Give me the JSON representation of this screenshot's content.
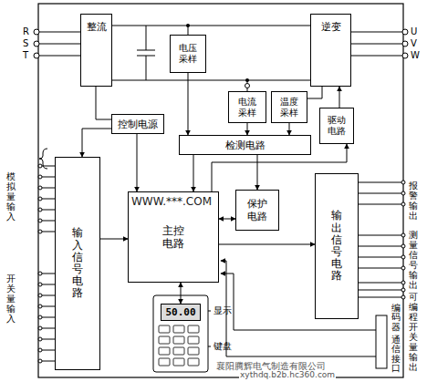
{
  "diagram": {
    "nodes": [
      {
        "text": [
          "整流"
        ]
      },
      {
        "text": [
          "电压采样"
        ]
      },
      {
        "text": [
          "逆变"
        ]
      },
      {
        "text": [
          "电流采样"
        ]
      },
      {
        "text": [
          "温度采样"
        ]
      },
      {
        "text": [
          "控制电源"
        ]
      },
      {
        "text": [
          "驱动电路"
        ]
      },
      {
        "text": [
          "检测电路"
        ]
      },
      {
        "text": [
          "输入信号电路"
        ]
      },
      {
        "text": [
          "主控电路"
        ]
      },
      {
        "text": [
          "保护电路"
        ]
      },
      {
        "text": [
          "输出信号电路"
        ]
      },
      {
        "text": [
          "50.00"
        ]
      }
    ],
    "edges": [
      {
        "from": 0,
        "to": 2,
        "arrow": "none"
      },
      {
        "from": 0,
        "to": 5,
        "arrow": "none"
      },
      {
        "from": 1,
        "to": 7,
        "arrow": "to"
      },
      {
        "from": 3,
        "to": 7,
        "arrow": "to"
      },
      {
        "from": 4,
        "to": 7,
        "arrow": "to"
      },
      {
        "from": 2,
        "to": 4,
        "arrow": "none"
      },
      {
        "from": 6,
        "to": 2,
        "arrow": "to"
      },
      {
        "from": 5,
        "to": 8,
        "arrow": "to"
      },
      {
        "from": 5,
        "to": 9,
        "arrow": "to"
      },
      {
        "from": 7,
        "to": 9,
        "arrow": "to"
      },
      {
        "from": 7,
        "to": 10,
        "arrow": "to"
      },
      {
        "from": 9,
        "to": 10,
        "arrow": "both"
      },
      {
        "from": 9,
        "to": 6,
        "arrow": "to"
      },
      {
        "from": 9,
        "to": 11,
        "arrow": "to"
      },
      {
        "from": 8,
        "to": 9,
        "arrow": "to"
      },
      {
        "from": 9,
        "to": 12,
        "arrow": "both"
      }
    ],
    "labels": [
      "R",
      "S",
      "T",
      "U",
      "V",
      "W",
      "模拟量输入",
      "开关量输入",
      "WWW.***.COM",
      "显示",
      "键盘",
      "报警输出",
      "测量信号输出",
      "可编程开关量输出",
      "编码器",
      "通信接口",
      "襄阳腾辉电气制造有限公司",
      "xythdq.b2b.hc360.com"
    ]
  }
}
